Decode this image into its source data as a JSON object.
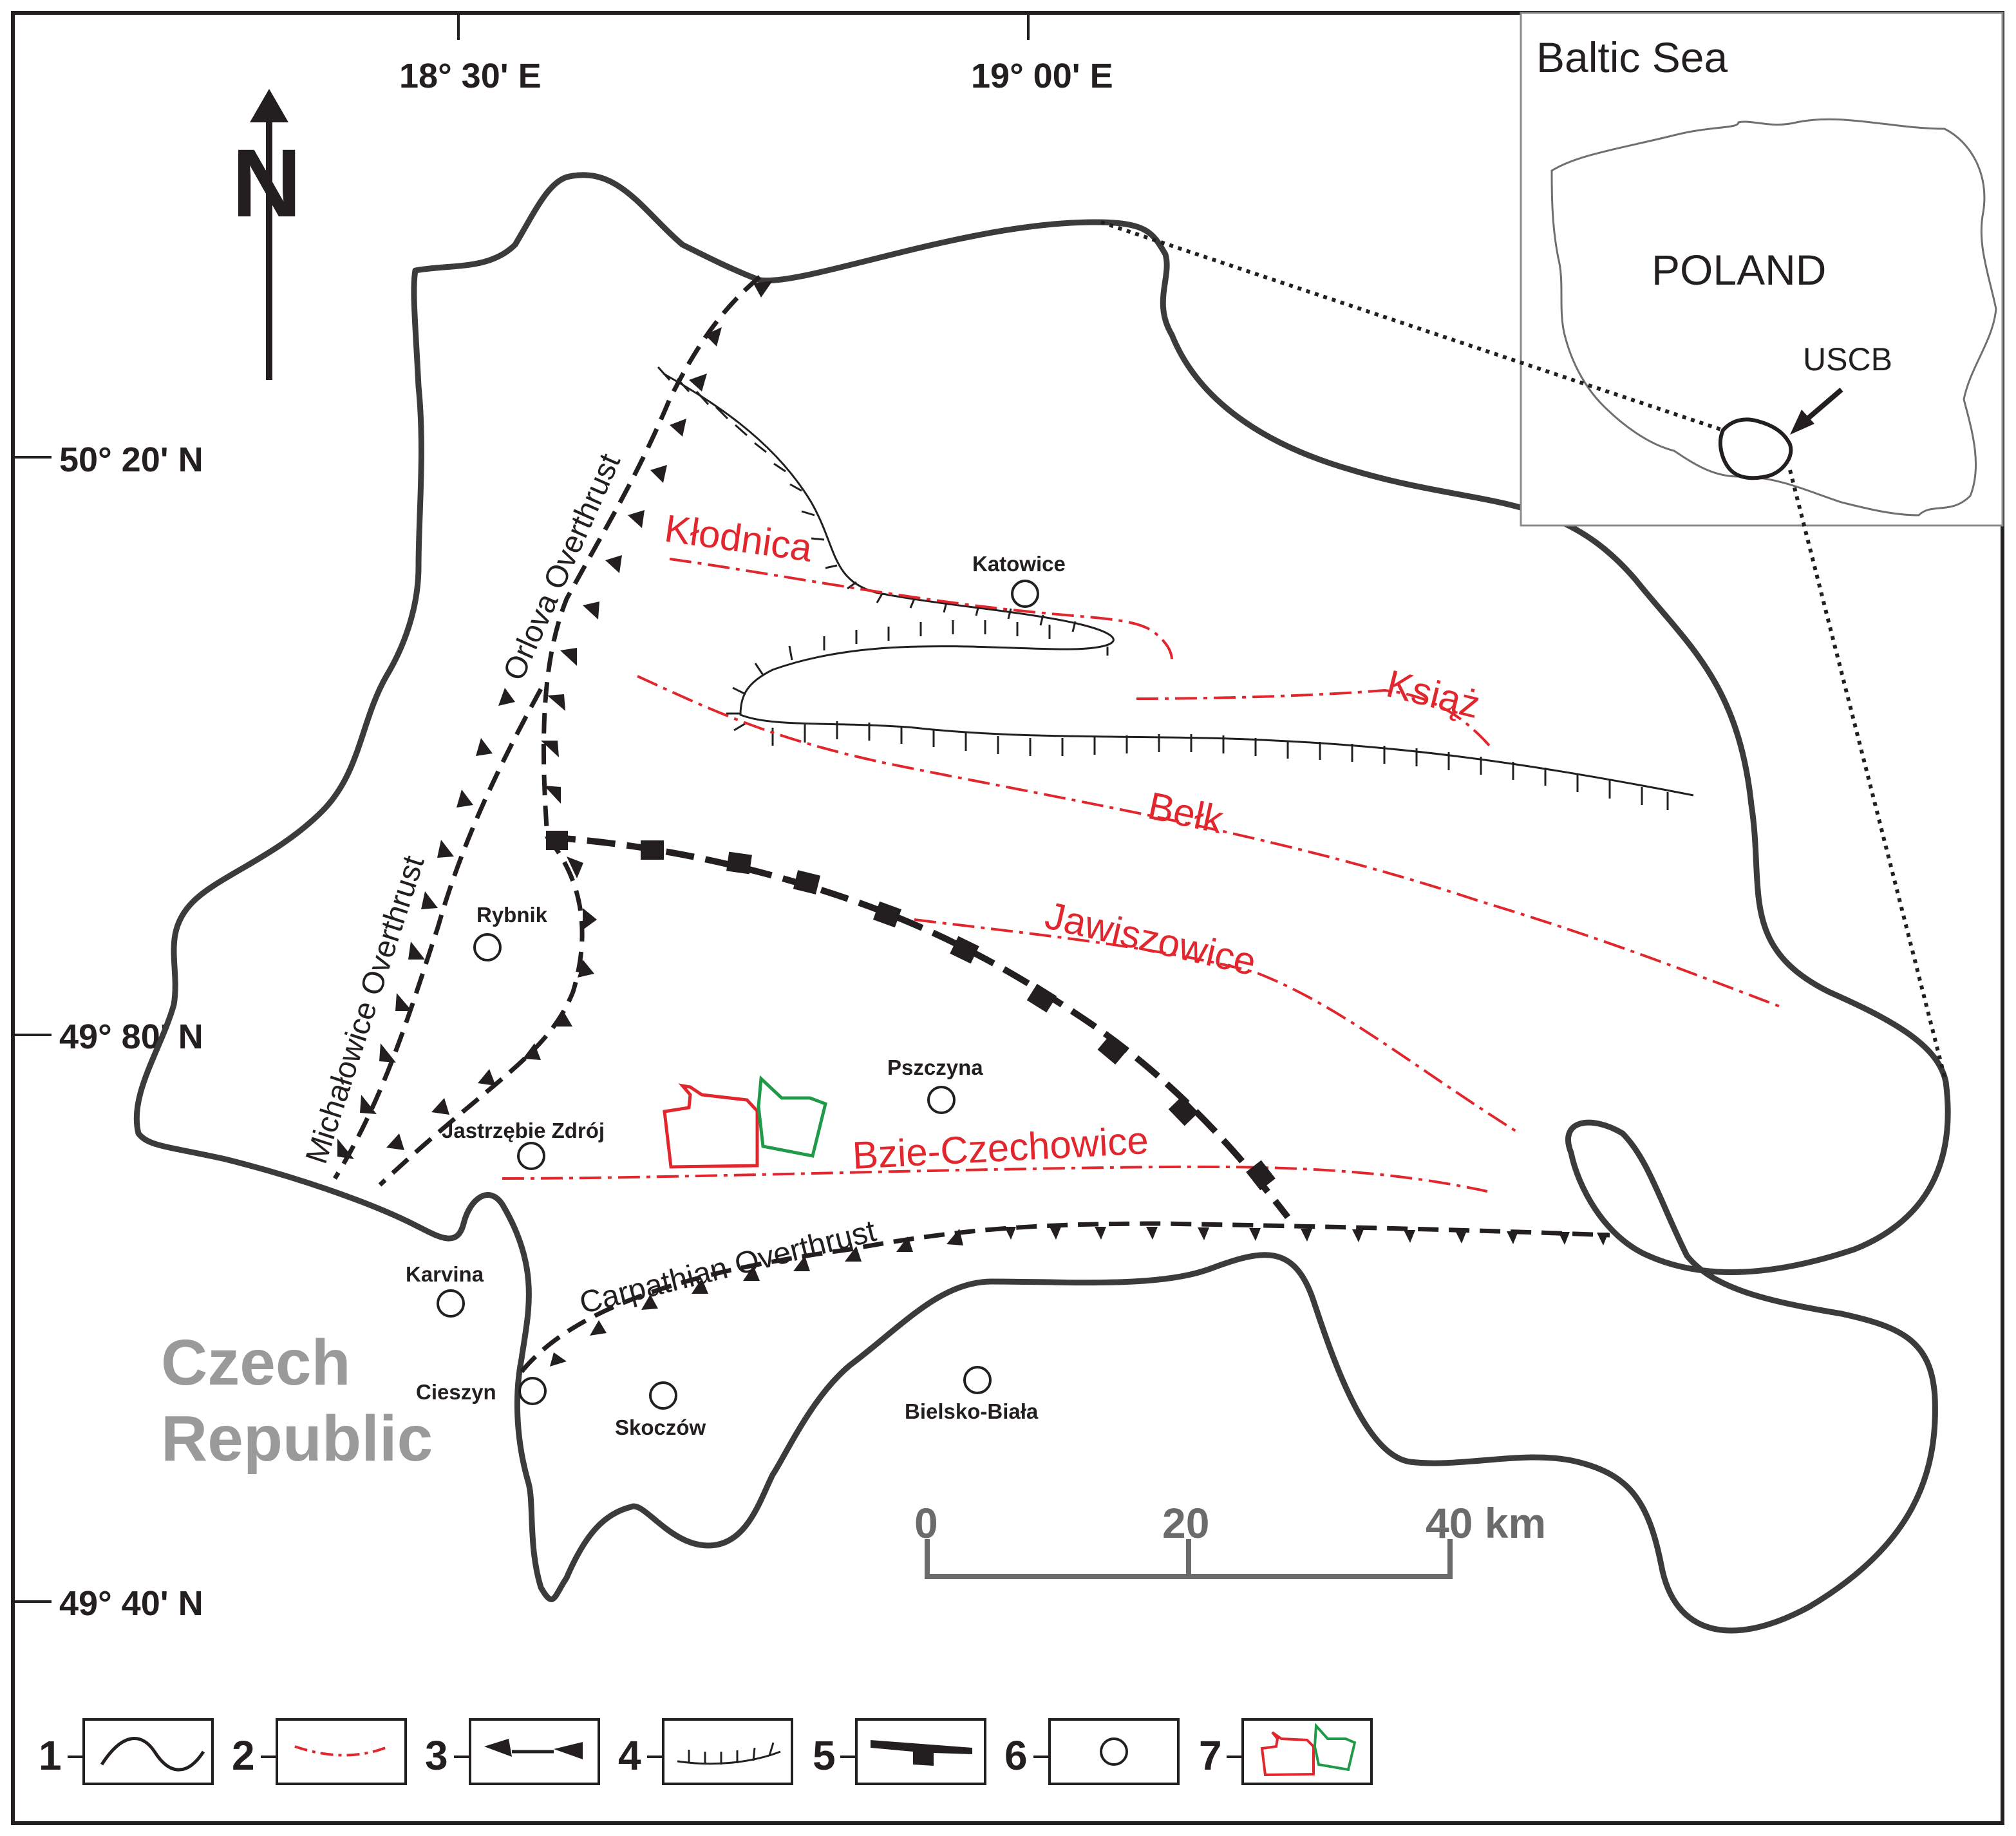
{
  "map": {
    "longitude_labels": [
      "18° 30' E",
      "19° 00' E"
    ],
    "latitude_labels": [
      "50° 20' N",
      "49° 80' N",
      "49° 40' N"
    ],
    "north_label": "N",
    "cities": [
      {
        "name": "Katowice"
      },
      {
        "name": "Rybnik"
      },
      {
        "name": "Pszczyna"
      },
      {
        "name": "Jastrzębie Zdrój"
      },
      {
        "name": "Karvina"
      },
      {
        "name": "Cieszyn"
      },
      {
        "name": "Skoczów"
      },
      {
        "name": "Bielsko-Biała"
      }
    ],
    "faults": [
      "Kłodnica",
      "Książ",
      "Bełk",
      "Jawiszowice",
      "Bzie-Czechowice"
    ],
    "overthrusts": [
      "Orlova Overthrust",
      "Michałowice Overthrust",
      "Carpathian Overthrust"
    ],
    "country": {
      "line1": "Czech",
      "line2": "Republic"
    },
    "scale_bar": {
      "ticks": [
        "0",
        "20",
        "40 km"
      ]
    },
    "inset": {
      "sea": "Baltic Sea",
      "country": "POLAND",
      "basin": "USCB"
    },
    "legend": {
      "items": [
        "1",
        "2",
        "3",
        "4",
        "5",
        "6",
        "7"
      ]
    },
    "colors": {
      "fault": "#e1262d",
      "study_area_red": "#e1262d",
      "study_area_green": "#1f9a48",
      "line": "#231f20",
      "country_text": "#9a9a9a"
    }
  }
}
